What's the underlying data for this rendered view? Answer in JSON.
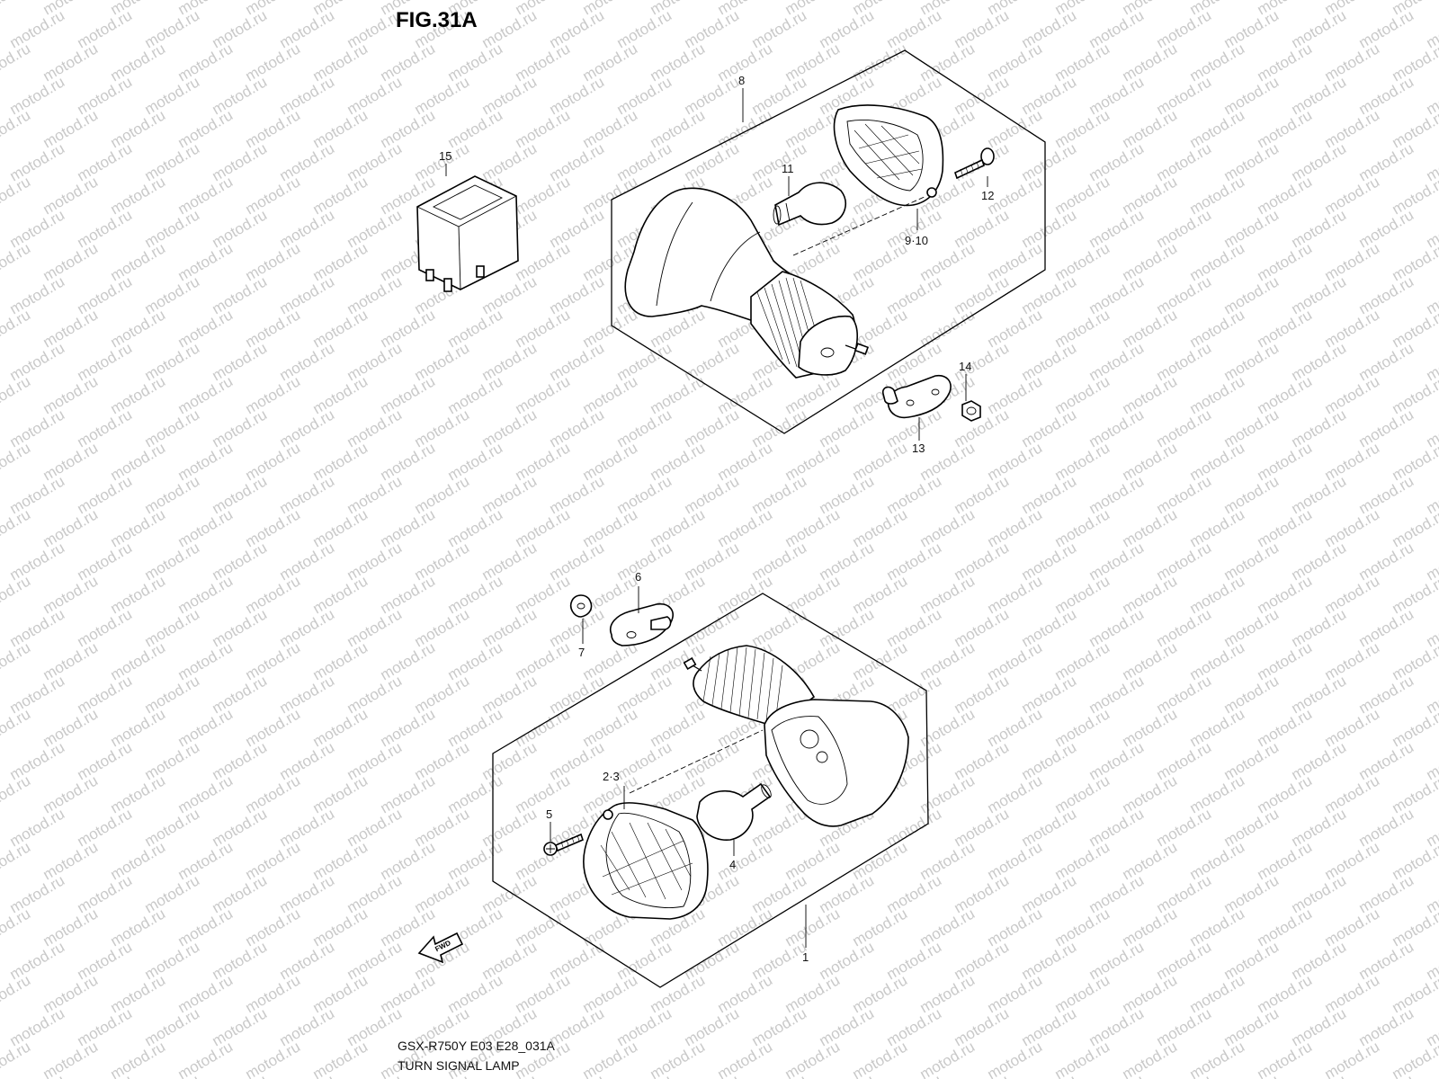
{
  "figure": {
    "title": "FIG.31A"
  },
  "footer": {
    "model_code": "GSX-R750Y E03 E28_031A",
    "section_name": "TURN SIGNAL LAMP"
  },
  "watermark": {
    "text": "motod.ru"
  },
  "direction_arrow": {
    "label": "FWD"
  },
  "callouts": {
    "c1": "1",
    "c2_3": "2·3",
    "c4": "4",
    "c5": "5",
    "c6": "6",
    "c7": "7",
    "c8": "8",
    "c9_10": "9·10",
    "c11": "11",
    "c12": "12",
    "c13": "13",
    "c14": "14",
    "c15": "15"
  }
}
